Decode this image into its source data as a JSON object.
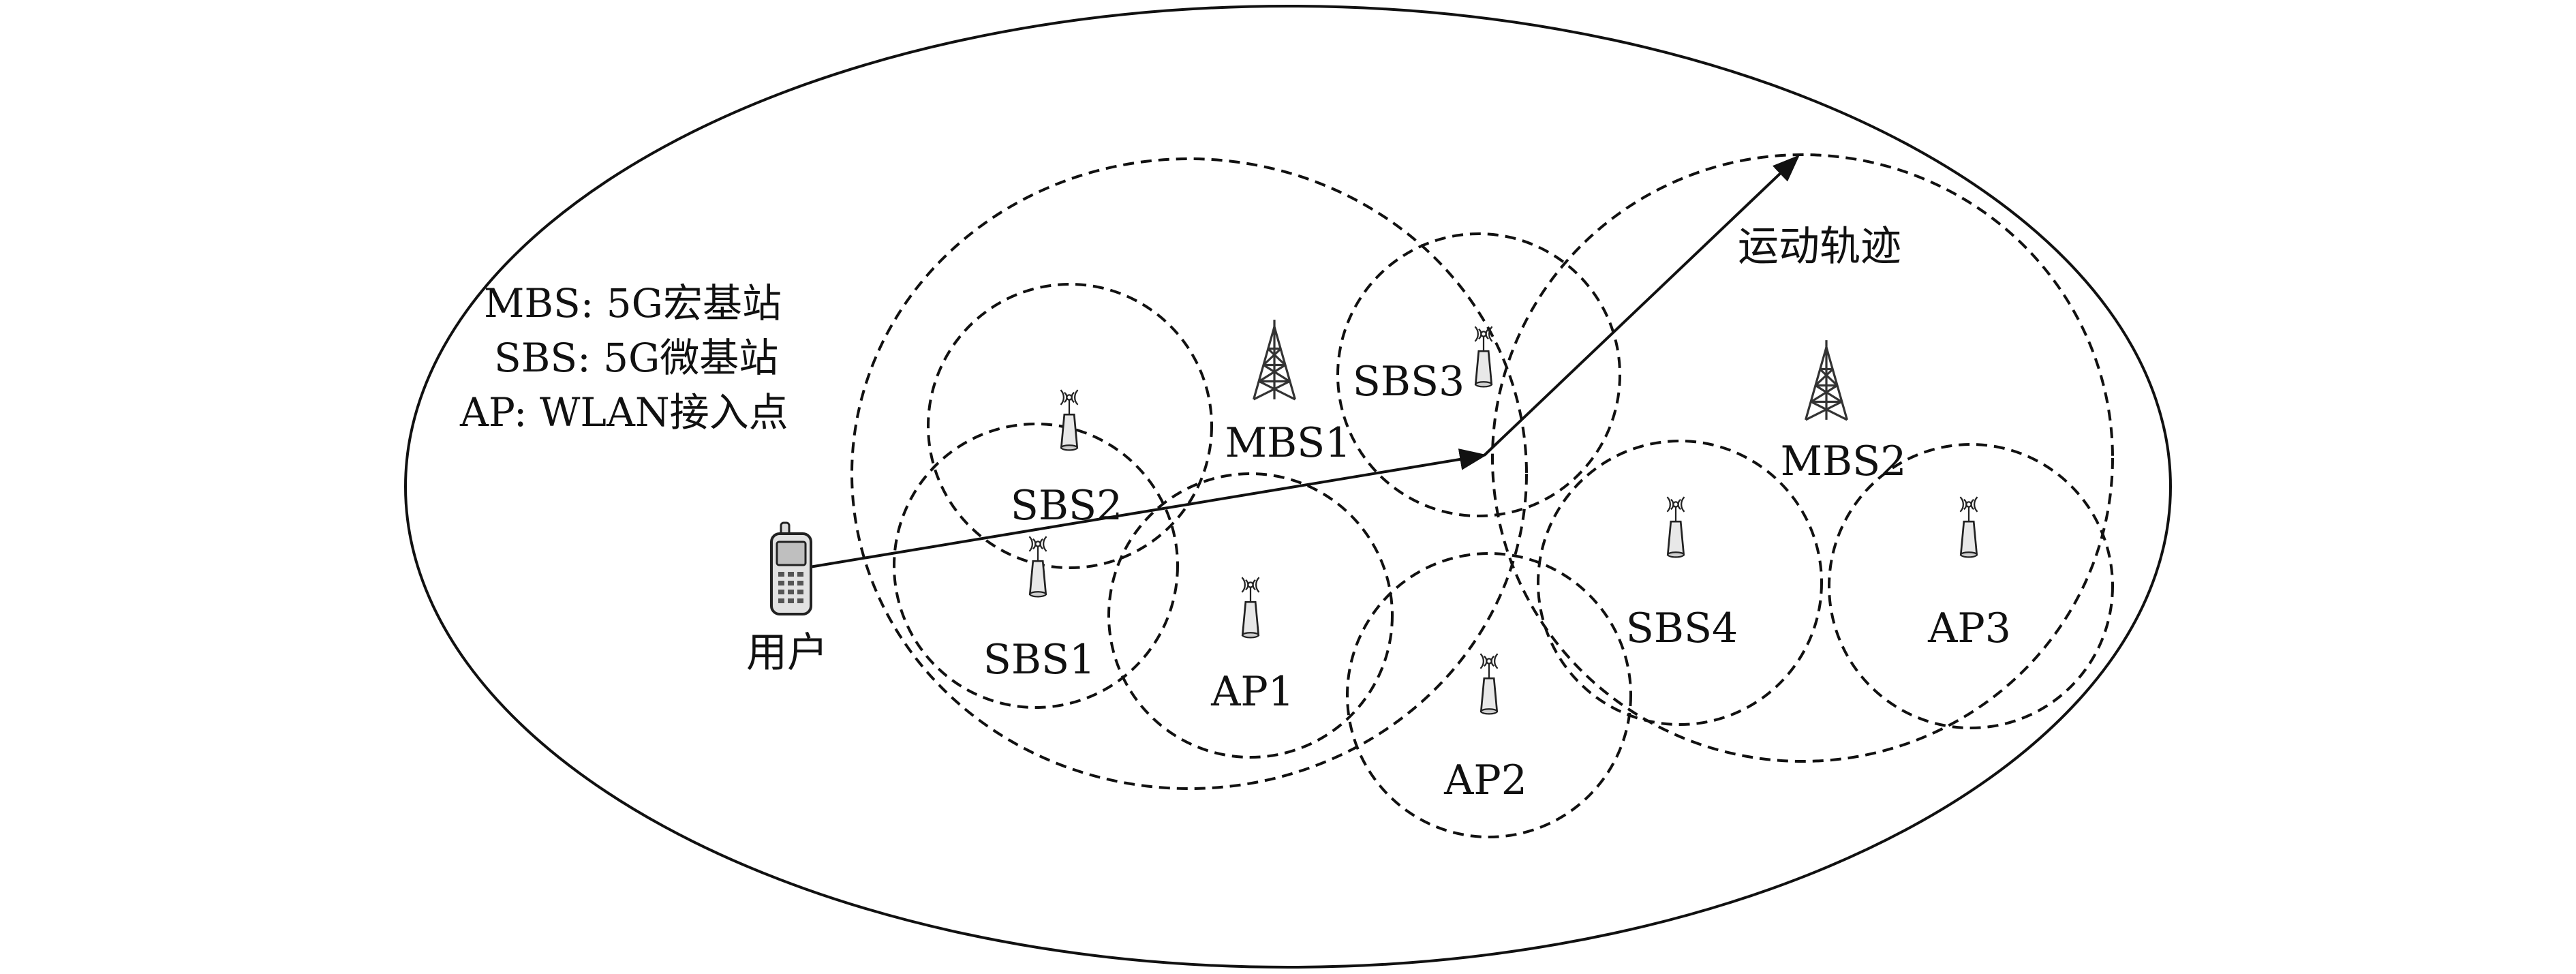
{
  "legend": {
    "mbs": "MBS: 5G宏基站",
    "sbs": "SBS: 5G微基站",
    "ap": "AP: WLAN接入点"
  },
  "labels": {
    "user": "用户",
    "trajectory": "运动轨迹",
    "mbs1": "MBS1",
    "mbs2": "MBS2",
    "sbs1": "SBS1",
    "sbs2": "SBS2",
    "sbs3": "SBS3",
    "sbs4": "SBS4",
    "ap1": "AP1",
    "ap2": "AP2",
    "ap3": "AP3"
  },
  "colors": {
    "stroke": "#111111",
    "tower": "#333333",
    "device_fill": "#e8e8e8"
  },
  "icons": {
    "macro": "cell-tower-icon",
    "small": "small-cell-antenna-icon",
    "user": "mobile-phone-icon"
  }
}
